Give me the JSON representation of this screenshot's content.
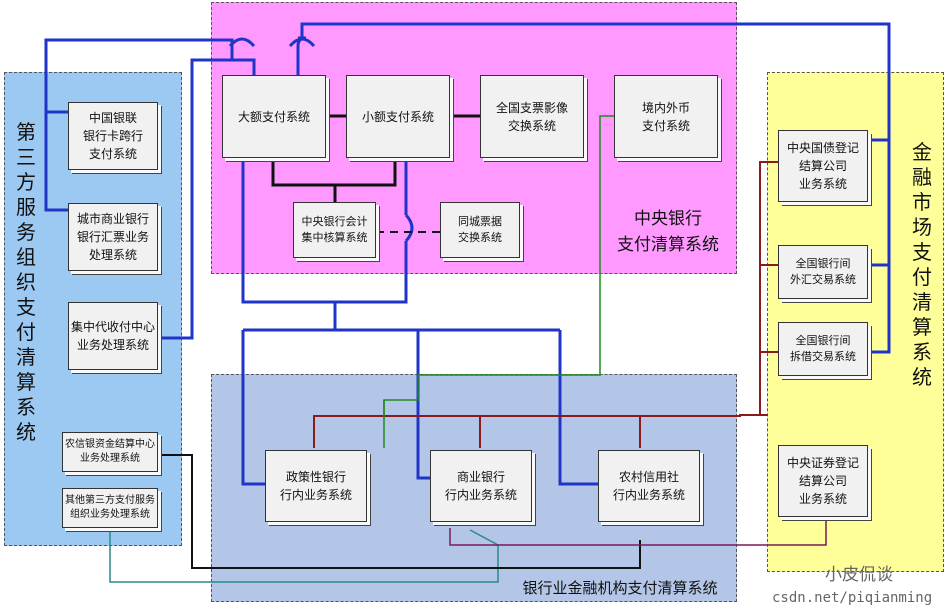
{
  "regions": {
    "central": {
      "title": "中央银行\n支付清算系统",
      "color": "#ff99ff"
    },
    "third_party": {
      "title": "第三方服务组织支付清算系统",
      "color": "#9cc9f2"
    },
    "financial_market": {
      "title": "金融市场支付清算系统",
      "color": "#ffff99"
    },
    "banking": {
      "title": "银行业金融机构支付清算系统",
      "color": "#b4c6e7"
    }
  },
  "boxes": {
    "large_value": "大额支付系统",
    "small_value": "小额支付系统",
    "cheque_image": "全国支票影像\n交换系统",
    "forex": "境内外币\n支付系统",
    "central_accounting": "中央银行会计\n集中核算系统",
    "city_clearing": "同城票据\n交换系统",
    "unionpay": "中国银联\n银行卡跨行\n支付系统",
    "city_commercial": "城市商业银行\n银行汇票业务\n处理系统",
    "collection_center": "集中代收付中心\n业务处理系统",
    "rural_settlement": "农信银资金结算中心\n业务处理系统",
    "other_third_party": "其他第三方支付服务\n组织业务处理系统",
    "policy_bank": "政策性银行\n行内业务系统",
    "commercial_bank": "商业银行\n行内业务系统",
    "rural_credit": "农村信用社\n行内业务系统",
    "bond": "中央国债登记\n结算公司\n业务系统",
    "interbank_fx": "全国银行间\n外汇交易系统",
    "interbank_lending": "全国银行间\n拆借交易系统",
    "securities": "中央证券登记\n结算公司\n业务系统"
  },
  "colors": {
    "main_line": "#1f35c8",
    "dark_line": "#111111",
    "red_line": "#8b1a1a",
    "green_line": "#1e8a1e",
    "teal_line": "#2a8a8a",
    "purple_line": "#7a1a5a"
  },
  "watermark": {
    "name": "小皮侃谈",
    "url": "csdn.net/piqianming"
  }
}
